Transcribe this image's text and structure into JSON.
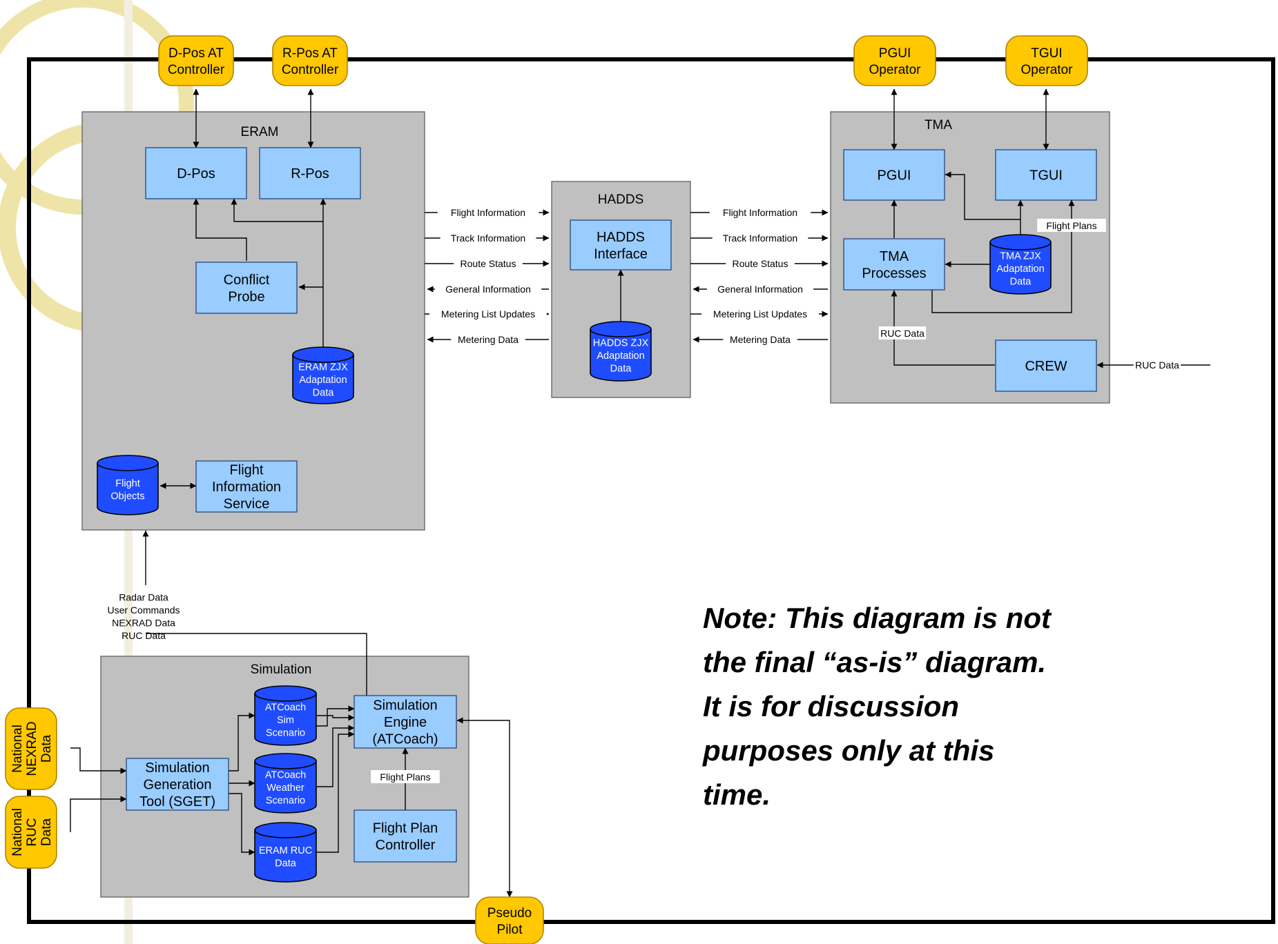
{
  "colors": {
    "actor_fill": "#ffc800",
    "actor_stroke": "#b08400",
    "subsystem_fill": "#c0c0c0",
    "component_fill": "#99ccff",
    "datastore_fill": "#1f4cff",
    "datastore_text": "#ffffff",
    "frame": "#000000",
    "decor": "#efe4a8"
  },
  "actors": {
    "dpos_at": [
      "D-Pos AT",
      "Controller"
    ],
    "rpos_at": [
      "R-Pos AT",
      "Controller"
    ],
    "pgui_op": [
      "PGUI",
      "Operator"
    ],
    "tgui_op": [
      "TGUI",
      "Operator"
    ],
    "pseudo_pilot": [
      "Pseudo",
      "Pilot"
    ],
    "national_nexrad": [
      "National",
      "NEXRAD",
      "Data"
    ],
    "national_ruc": [
      "National",
      "RUC",
      "Data"
    ]
  },
  "subsystems": {
    "eram": "ERAM",
    "hadds": "HADDS",
    "tma": "TMA",
    "simulation": "Simulation"
  },
  "components": {
    "dpos": [
      "D-Pos"
    ],
    "rpos": [
      "R-Pos"
    ],
    "conflict_probe": [
      "Conflict",
      "Probe"
    ],
    "flight_info_service": [
      "Flight",
      "Information",
      "Service"
    ],
    "hadds_interface": [
      "HADDS",
      "Interface"
    ],
    "pgui": [
      "PGUI"
    ],
    "tgui": [
      "TGUI"
    ],
    "tma_processes": [
      "TMA",
      "Processes"
    ],
    "crew": [
      "CREW"
    ],
    "sget": [
      "Simulation",
      "Generation",
      "Tool (SGET)"
    ],
    "sim_engine": [
      "Simulation",
      "Engine",
      "(ATCoach)"
    ],
    "fp_controller": [
      "Flight Plan",
      "Controller"
    ]
  },
  "datastores": {
    "eram_zjx": [
      "ERAM ZJX",
      "Adaptation",
      "Data"
    ],
    "flight_objects": [
      "Flight",
      "Objects"
    ],
    "hadds_zjx": [
      "HADDS ZJX",
      "Adaptation",
      "Data"
    ],
    "tma_zjx": [
      "TMA ZJX",
      "Adaptation",
      "Data"
    ],
    "atcoach_sim": [
      "ATCoach",
      "Sim",
      "Scenario"
    ],
    "atcoach_weather": [
      "ATCoach",
      "Weather",
      "Scenario"
    ],
    "eram_ruc": [
      "ERAM RUC",
      "Data"
    ]
  },
  "flows": {
    "eram_hadds": [
      "Flight Information",
      "Track Information",
      "Route Status",
      "General Information",
      "Metering List Updates",
      "Metering Data"
    ],
    "hadds_tma": [
      "Flight Information",
      "Track Information",
      "Route Status",
      "General Information",
      "Metering List Updates",
      "Metering Data"
    ],
    "flight_plans_tma": "Flight Plans",
    "ruc_data_tma": "RUC Data",
    "ruc_data_crew": "RUC Data",
    "flight_plans_sim": "Flight Plans",
    "sim_to_eram": [
      "Radar Data",
      "User Commands",
      "NEXRAD Data",
      "RUC Data"
    ]
  },
  "note": [
    "Note: This diagram is not",
    "the final “as-is” diagram.",
    "It is for discussion",
    "purposes only at this",
    "time."
  ]
}
